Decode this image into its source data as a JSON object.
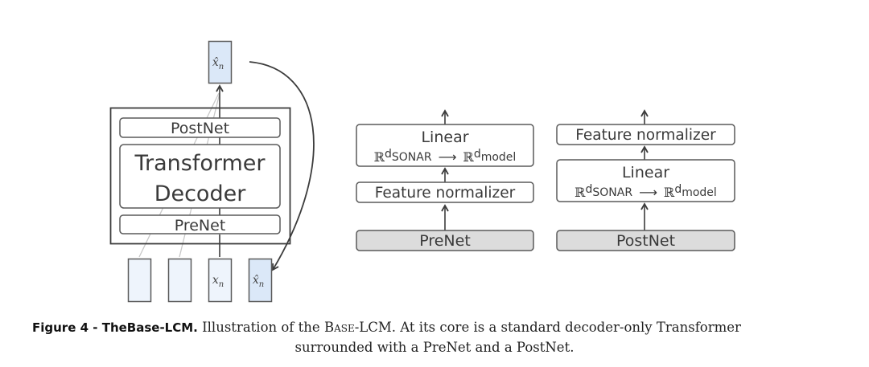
{
  "figure": {
    "left_diagram": {
      "output_token": {
        "symbol": "x̂",
        "subscript": "n",
        "fill": "#dbe8f8"
      },
      "postnet_label": "PostNet",
      "transformer_line1": "Transformer",
      "transformer_line2": "Decoder",
      "prenet_label": "PreNet",
      "input_tokens": [
        {
          "symbol": "",
          "subscript": "",
          "fill": "#eef4fc"
        },
        {
          "symbol": "",
          "subscript": "",
          "fill": "#eef4fc"
        },
        {
          "symbol": "x",
          "subscript": "n",
          "fill": "#eef4fc"
        },
        {
          "symbol": "x̂",
          "subscript": "n",
          "fill": "#dbe8f8"
        }
      ]
    },
    "prenet_diagram": {
      "linear_label": "Linear",
      "mapping": {
        "lhs_base": "ℝ",
        "lhs_sup": "d",
        "lhs_sub": "SONAR",
        "arrow": "⟶",
        "rhs_base": "ℝ",
        "rhs_sup": "d",
        "rhs_sub": "model"
      },
      "normalizer_label": "Feature normalizer",
      "title_label": "PreNet"
    },
    "postnet_diagram": {
      "normalizer_label": "Feature normalizer",
      "linear_label": "Linear",
      "mapping": {
        "lhs_base": "ℝ",
        "lhs_sup": "d",
        "lhs_sub": "SONAR",
        "arrow": "⟶",
        "rhs_base": "ℝ",
        "rhs_sup": "d",
        "rhs_sub": "model"
      },
      "title_label": "PostNet"
    },
    "colors": {
      "stroke": "#3c3c3c",
      "token_light": "#eef4fc",
      "token_dark": "#dbe8f8",
      "title_box_fill": "#dcdcdc",
      "ghost_line": "#c8c8c8"
    }
  },
  "caption": {
    "label": "Figure 4",
    "separator": " - ",
    "title": "TheBase-LCM.",
    "text_a": " Illustration of the ",
    "model_name": "Base-LCM",
    "text_b": ". At its core is a standard decoder-only Transformer",
    "line2": "surrounded with a PreNet and a PostNet."
  }
}
